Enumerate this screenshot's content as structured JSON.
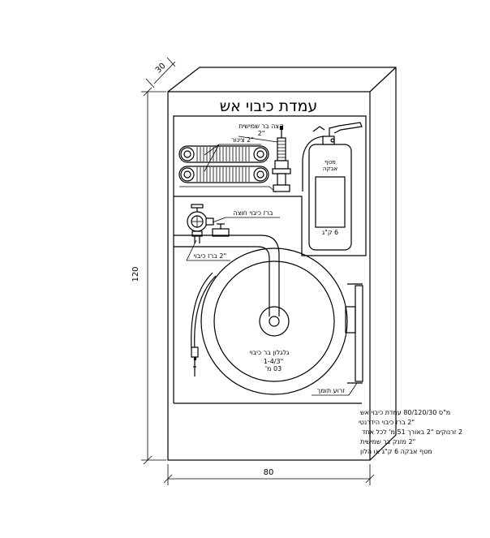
{
  "cabinet": {
    "title": "עמדת כיבוי אש",
    "depth_dim": "30",
    "height_dim": "120",
    "width_dim": "80"
  },
  "labels": {
    "hose_fitting": "קצה בר שמישית\n\"2",
    "hose_2in": "\"2 צינור",
    "extinguisher": "מטף\nאבקה",
    "extinguisher_size": "6 ק\"ג",
    "valve": "ברז כיבוי חוצה",
    "valve_2in": "\"2 ברז כיבוי",
    "reel": "גלגלון בר כיבוי",
    "reel_spec": "\"3/4-1\n30 מ'",
    "reel_support": "זרוע תומך"
  },
  "notes": [
    "מ\"ס 03/021/08 עמדת כיבוי אש",
    "\"2 ברז כיבוי הידרנטי",
    "2 זרנוקים \"2 באורך 15 מ' לכל אחד",
    "\"2 מזנק בר שמישית",
    "מטף אבקה 6 ק\"ג או הלון"
  ]
}
